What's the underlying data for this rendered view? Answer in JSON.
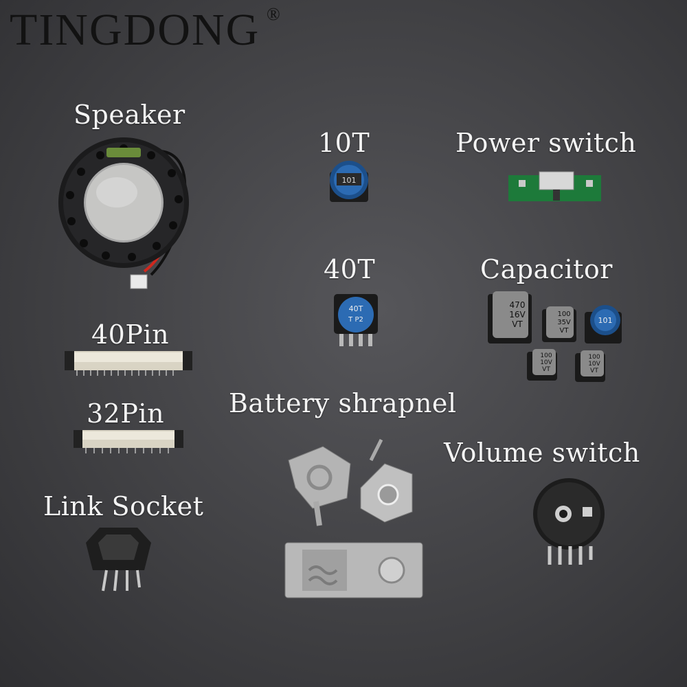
{
  "brand": {
    "name": "TINGDONG",
    "mark": "®"
  },
  "labels": {
    "speaker": "Speaker",
    "t10": "10T",
    "power_switch": "Power switch",
    "t40": "40T",
    "capacitor": "Capacitor",
    "pin40": "40Pin",
    "pin32": "32Pin",
    "battery_shrapnel": "Battery shrapnel",
    "volume_switch": "Volume switch",
    "link_socket": "Link Socket"
  },
  "markings": {
    "inductor_10t": "101",
    "inductor_40t_top": "40T",
    "inductor_40t_bottom": "T P2",
    "cap_large": [
      "470",
      "16V",
      "VT"
    ],
    "cap_mid": [
      "100",
      "35V",
      "VT"
    ],
    "cap_blue": "101",
    "cap_small_a": [
      "100",
      "10V",
      "VT"
    ],
    "cap_small_b": [
      "100",
      "10V",
      "VT"
    ]
  }
}
